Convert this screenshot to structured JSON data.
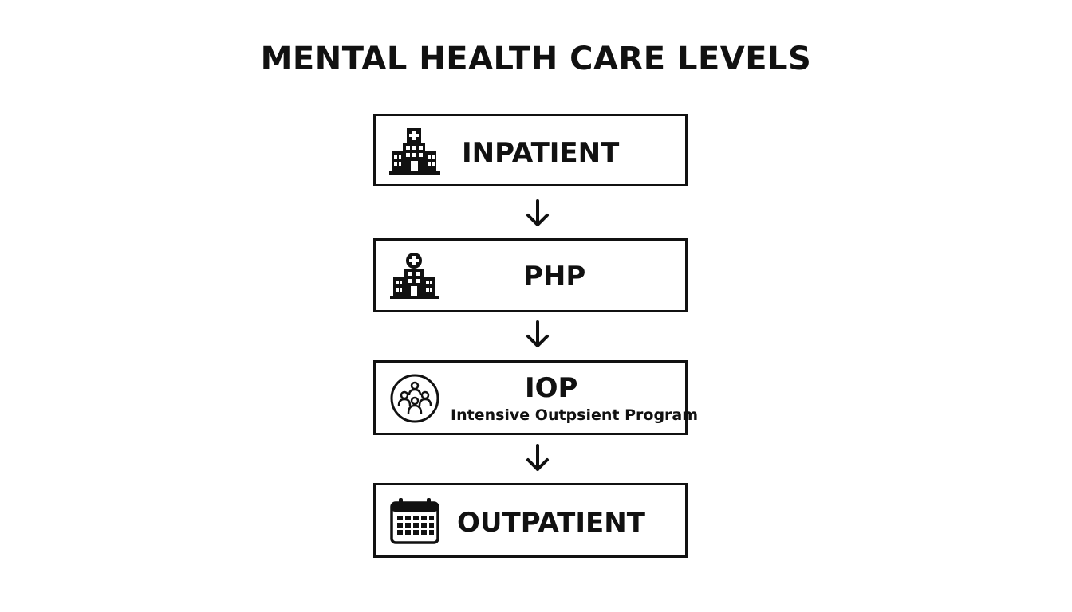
{
  "title": "MENTAL HEALTH CARE LEVELS",
  "levels": [
    {
      "label": "INPATIENT",
      "subtitle": "",
      "icon": "hospital-icon"
    },
    {
      "label": "PHP",
      "subtitle": "",
      "icon": "hospital-icon"
    },
    {
      "label": "IOP",
      "subtitle": "Intensive Outpsient Program",
      "icon": "group-icon"
    },
    {
      "label": "OUTPATIENT",
      "subtitle": "",
      "icon": "calendar-icon"
    }
  ],
  "colors": {
    "ink": "#111111",
    "background": "#ffffff"
  }
}
